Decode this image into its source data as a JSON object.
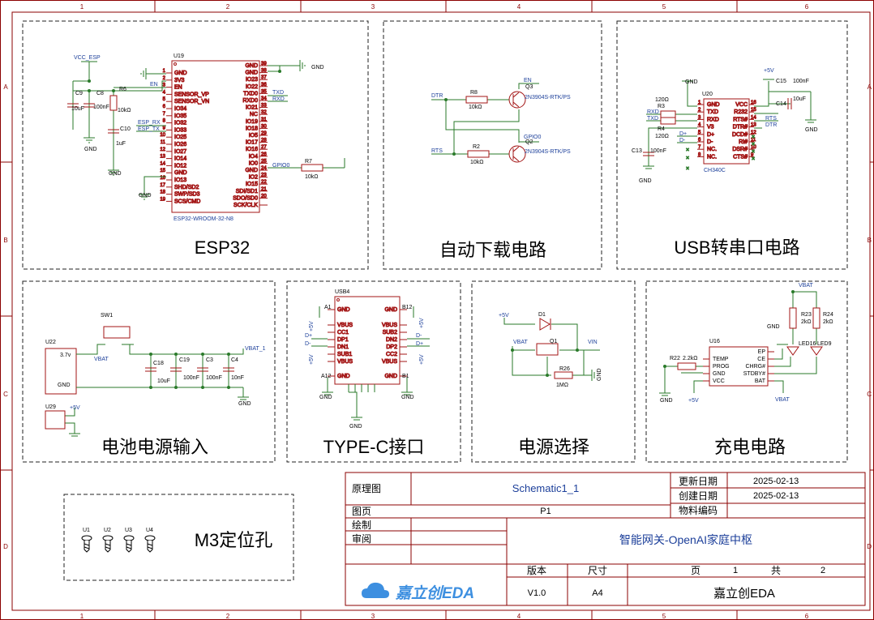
{
  "sheet": {
    "col_labels": [
      "1",
      "2",
      "3",
      "4",
      "5",
      "6"
    ],
    "row_labels": [
      "A",
      "B",
      "C",
      "D"
    ]
  },
  "blocks": {
    "esp32": "ESP32",
    "autodl": "自动下载电路",
    "usb": "USB转串口电路",
    "battery": "电池电源输入",
    "typec": "TYPE-C接口",
    "power_sel": "电源选择",
    "charge": "充电电路",
    "m3": "M3定位孔"
  },
  "esp32": {
    "ref": "U19",
    "part": "ESP32-WROOM-32-N8",
    "left_pins": [
      "GND",
      "3V3",
      "EN",
      "SENSOR_VP",
      "SENSOR_VN",
      "IO34",
      "IO35",
      "IO32",
      "IO33",
      "IO25",
      "IO26",
      "IO27",
      "IO14",
      "IO12",
      "GND",
      "IO13",
      "SHD/SD2",
      "SWP/SD3",
      "SCS/CMD"
    ],
    "left_nums": [
      "1",
      "2",
      "3",
      "4",
      "5",
      "6",
      "7",
      "8",
      "9",
      "10",
      "11",
      "12",
      "13",
      "14",
      "15",
      "16",
      "17",
      "18",
      "19"
    ],
    "right_pins": [
      "GND",
      "GND",
      "IO23",
      "IO22",
      "TXD0",
      "RXD0",
      "IO21",
      "NC",
      "IO19",
      "IO18",
      "IO5",
      "IO17",
      "IO16",
      "IO4",
      "IO0",
      "GND",
      "IO2",
      "IO15",
      "SDI/SD1",
      "SDO/SD0",
      "SCK/CLK"
    ],
    "right_nums": [
      "39",
      "38",
      "37",
      "36",
      "35",
      "34",
      "33",
      "32",
      "31",
      "30",
      "29",
      "28",
      "27",
      "26",
      "25",
      "24",
      "23",
      "22",
      "21",
      "20",
      ""
    ],
    "net_vcc": "VCC_ESP",
    "c9": "C9",
    "c9v": "10uF",
    "c8": "C8",
    "c8v": "100nF",
    "r6": "R6",
    "r6v": "10kΩ",
    "c10": "C10",
    "c10v": "1uF",
    "en": "EN",
    "esp_rx": "ESP_RX",
    "esp_tx": "ESP_TX",
    "txd": "TXD",
    "rxd": "RXD",
    "gpio0": "GPIO0",
    "r7": "R7",
    "r7v": "10kΩ",
    "gnd": "GND"
  },
  "autodl": {
    "dtr": "DTR",
    "rts": "RTS",
    "r8": "R8",
    "r8v": "10kΩ",
    "r2": "R2",
    "r2v": "10kΩ",
    "q3": "Q3",
    "q2": "Q2",
    "part": "2N3904S-RTK/PS",
    "en": "EN",
    "gpio0": "GPIO0"
  },
  "usb": {
    "ref": "U20",
    "part": "CH340C",
    "left_pins": [
      "GND",
      "TXD",
      "RXD",
      "V3",
      "D+",
      "D-",
      "NC.",
      "NC."
    ],
    "left_nums": [
      "1",
      "2",
      "3",
      "4",
      "5",
      "6",
      "7",
      "8"
    ],
    "right_pins": [
      "VCC",
      "R232",
      "RTS#",
      "DTR#",
      "DCD#",
      "RI#",
      "DSR#",
      "CTS#"
    ],
    "right_nums": [
      "16",
      "15",
      "14",
      "13",
      "12",
      "11",
      "10",
      "9"
    ],
    "r3": "R3",
    "r3v": "120Ω",
    "r4": "R4",
    "r4v": "120Ω",
    "rxd": "RXD",
    "txd": "TXD",
    "dp": "D+",
    "dm": "D-",
    "c13": "C13",
    "c13v": "100nF",
    "c14": "C14",
    "c14v": "10uF",
    "c15": "C15",
    "c15v": "100nF",
    "p5v": "+5V",
    "rts": "RTS",
    "dtr": "DTR",
    "gnd": "GND"
  },
  "battery": {
    "u22": "U22",
    "p1": "3.7v",
    "p2": "GND",
    "sw1": "SW1",
    "vbat": "VBAT",
    "vbat1": "VBAT_1",
    "c18": "C18",
    "c18v": "10uF",
    "c19": "C19",
    "c19v": "100nF",
    "c3": "C3",
    "c3v": "100nF",
    "c4": "C4",
    "c4v": "10nF",
    "u29": "U29",
    "p5v": "+5V",
    "gnd": "GND"
  },
  "typec": {
    "ref": "USB4",
    "left_pins": [
      "GND",
      "VBUS",
      "CC1",
      "DP1",
      "DN1",
      "SUB1",
      "VBUS",
      "GND"
    ],
    "right_pins": [
      "GND",
      "VBUS",
      "SUB2",
      "DN2",
      "DP2",
      "CC2",
      "VBUS",
      "GND"
    ],
    "a12": "A12",
    "b12": "B12",
    "a1": "A1",
    "b1": "B1",
    "gnd": "GND",
    "p5v": "+5V",
    "dp": "D+",
    "dm": "D-"
  },
  "power_sel": {
    "p5v": "+5V",
    "d1": "D1",
    "vbat": "VBAT",
    "q1": "Q1",
    "vin": "VIN",
    "r26": "R26",
    "r26v": "1MΩ",
    "gnd": "GND"
  },
  "charge": {
    "ref": "U16",
    "left_pins": [
      "TEMP",
      "PROG",
      "GND",
      "VCC"
    ],
    "right_pins": [
      "EP",
      "CE",
      "CHRG#",
      "STDBY#",
      "BAT"
    ],
    "r22": "R22",
    "r22v": "2.2kΩ",
    "r23": "R23",
    "r23v": "2kΩ",
    "r24": "R24",
    "r24v": "2kΩ",
    "led16": "LED16",
    "led9": "LED9",
    "vbat": "VBAT",
    "gnd": "GND",
    "p5v": "+5V"
  },
  "m3": {
    "holes": [
      "U1",
      "U2",
      "U3",
      "U4"
    ]
  },
  "title_block": {
    "schematic_label": "原理图",
    "schematic_name": "Schematic1_1",
    "updated_label": "更新日期",
    "updated_date": "2025-02-13",
    "created_label": "创建日期",
    "created_date": "2025-02-13",
    "material_label": "物料编码",
    "page_label": "图页",
    "page_name": "P1",
    "drawn_label": "绘制",
    "review_label": "审阅",
    "project": "智能网关-OpenAI家庭中枢",
    "version_label": "版本",
    "size_label": "尺寸",
    "page_no_label": "页",
    "page_no": "1",
    "total_label": "共",
    "total": "2",
    "version": "V1.0",
    "size": "A4",
    "company": "嘉立创EDA",
    "logo_text": "嘉立创EDA"
  },
  "colors": {
    "frame": "#8b0000",
    "wire": "#2a7a2a",
    "net": "#1c3f9a",
    "symbol": "#a31515",
    "pin_text": "#000000",
    "block_label": "#000000",
    "logo": "#3d8fe0"
  }
}
